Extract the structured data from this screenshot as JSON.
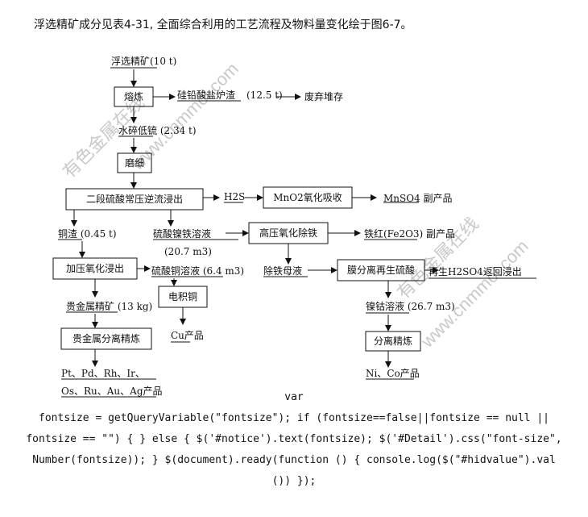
{
  "intro": "浮选精矿成分见表4-31, 全面综合利用的工艺流程及物料量变化绘于图6-7。",
  "watermarks": [
    "有色金属在线",
    "www.cnmmol.com"
  ],
  "nodes": {
    "n_feed": "浮选精矿(10 t)",
    "n_smelt": "熔炼",
    "n_slag": "硅铅酸盐炉渣",
    "n_slag_amt": "(12.5 t)",
    "n_discard": "废弃堆存",
    "n_matte": "水碎低锍 (2.34 t)",
    "n_grind": "磨细",
    "n_leach": "二段硫酸常压逆流浸出",
    "n_h2s": "H2S",
    "n_mno2": "MnO2氧化吸收",
    "n_mnso4": "MnSO4 副产品",
    "n_cures": "铜渣 (0.45 t)",
    "n_nife": "硫酸镍铁溶液",
    "n_nife_amt": "(20.7 m3)",
    "n_hpox": "高压氧化除铁",
    "n_fe2o3": "铁红(Fe2O3) 副产品",
    "n_pox": "加压氧化浸出",
    "n_cuso4": "硫酸铜溶液 (6.4 m3)",
    "n_femother": "除铁母液",
    "n_membrane": "膜分离再生硫酸",
    "n_regen": "再生H2SO4返回浸出",
    "n_ew": "电积铜",
    "n_pm": "贵金属精矿 (13 kg)",
    "n_nico": "镍钴溶液 (26.7 m3)",
    "n_cuprod": "Cu产品",
    "n_pmrefine": "贵金属分离精炼",
    "n_sep": "分离精炼",
    "n_pgm1": "Pt、Pd、Rh、Ir、",
    "n_pgm2": "Os、Ru、Au、Ag产品",
    "n_nicoprod": "Ni、Co产品"
  },
  "code": "var\nfontsize = getQueryVariable(\"fontsize\"); if (fontsize==false||fontsize == null ||\nfontsize == \"\") { } else { $('#notice').text(fontsize); $('#Detail').css(\"font-size\",\nNumber(fontsize)); } $(document).ready(function () { console.log($(\"#hidvalue\").val\n()) });"
}
